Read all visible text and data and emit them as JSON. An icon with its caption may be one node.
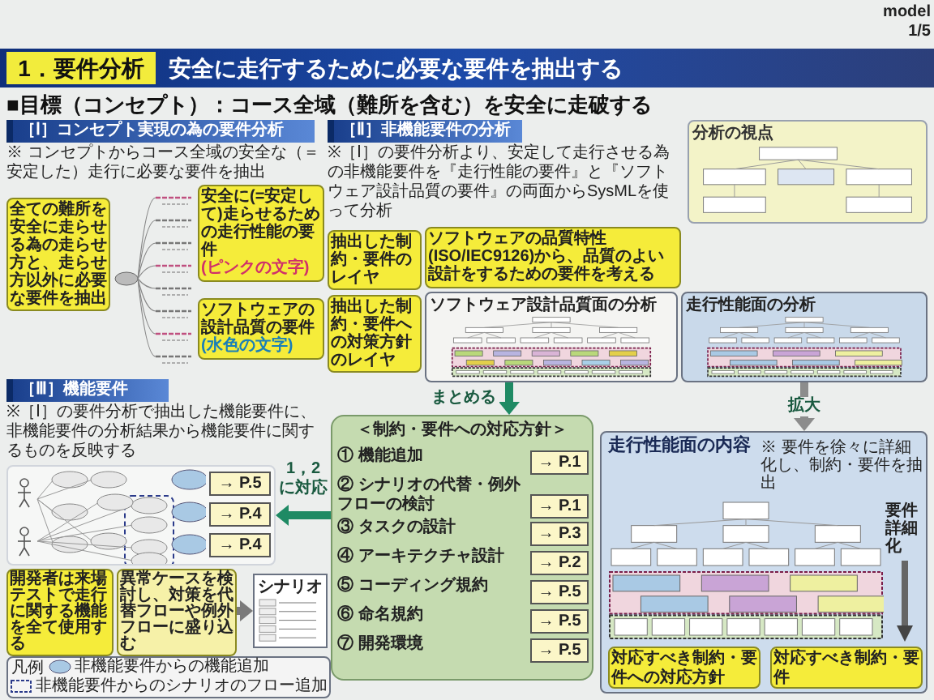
{
  "diagram": {
    "title": "1．要件分析",
    "nodes": [
      {
        "text": [
          "［Ⅰ］コンセプト実現の為の要件分析"
        ]
      },
      {
        "text": [
          "全ての難所を安全に走らせる為の走らせ方と、走らせ方以外に必要な要件を抽出"
        ]
      },
      {
        "text": [
          "安全に(=安定して)走らせるための走行性能の要件",
          "(ピンクの文字)"
        ]
      },
      {
        "text": [
          "ソフトウェアの設計品質の要件",
          "(水色の文字)"
        ]
      },
      {
        "text": [
          "［Ⅱ］非機能要件の分析"
        ]
      },
      {
        "text": [
          "分析の視点"
        ]
      },
      {
        "text": [
          "ソフトウェアの品質特性(ISO/IEC9126)から、品質のよい設計をするための要件を考える"
        ]
      },
      {
        "text": [
          "抽出した制約・要件のレイヤ"
        ]
      },
      {
        "text": [
          "抽出した制約・要件への対策方針のレイヤ"
        ]
      },
      {
        "text": [
          "ソフトウェア設計品質面の分析"
        ]
      },
      {
        "text": [
          "走行性能面の分析"
        ]
      },
      {
        "text": [
          "［Ⅲ］機能要件"
        ]
      },
      {
        "text": [],
        "shape": "picture"
      },
      {
        "text": [
          "→ P.5"
        ],
        "in": 12
      },
      {
        "text": [
          "→ P.4"
        ],
        "in": 12
      },
      {
        "text": [
          "→ P.4"
        ],
        "in": 12
      },
      {
        "text": [
          "開発者は来場テストで走行に関する機能を全て使用する"
        ]
      },
      {
        "text": [
          "異常ケースを検討し、対策を代替フローや例外フローに盛り込む"
        ]
      },
      {
        "text": [
          "シナリオ"
        ]
      },
      {
        "text": [
          "＜制約・要件への対応方針＞"
        ]
      },
      {
        "text": [
          "→ P.1"
        ],
        "in": 19
      },
      {
        "text": [
          "→ P.1"
        ],
        "in": 19
      },
      {
        "text": [
          "→ P.3"
        ],
        "in": 19
      },
      {
        "text": [
          "→ P.2"
        ],
        "in": 19
      },
      {
        "text": [
          "→ P.5"
        ],
        "in": 19
      },
      {
        "text": [
          "→ P.5"
        ],
        "in": 19
      },
      {
        "text": [
          "→ P.5"
        ],
        "in": 19
      },
      {
        "text": [
          "走行性能面の内容",
          "※ 要件を徐々に詳細化し、制約・要件を抽出"
        ]
      },
      {
        "text": [
          "対応すべき制約・要件への対応方針"
        ],
        "in": 27
      },
      {
        "text": [
          "対応すべき制約・要件"
        ],
        "in": 27
      }
    ],
    "edges": [
      {
        "from": 9,
        "to": 19,
        "arrow": "to",
        "label": "まとめる",
        "color": "#1f8a64"
      },
      {
        "from": 19,
        "to": 12,
        "arrow": "to",
        "label": "1，2に対応",
        "color": "#1f8a64"
      },
      {
        "from": 10,
        "to": 27,
        "arrow": "to",
        "label": "拡大",
        "color": "#8c8c8c"
      },
      {
        "from": 17,
        "to": 18,
        "arrow": "to",
        "color": "#7a7a7a"
      }
    ],
    "labels": [
      "安全に走行するために必要な要件を抽出する",
      "model 1/5",
      "■目標（コンセプト）：コース全域（難所を含む）を安全に走破する",
      "※ コンセプトからコース全域の安全な（＝安定した）走行に必要な要件を抽出",
      "※［Ⅰ］の要件分析より、安定して走行させる為の非機能要件を『走行性能の要件』と『ソフトウェア設計品質の要件』の両面からSysMLを使って分析",
      "※［Ⅰ］の要件分析で抽出した機能要件に、非機能要件の分析結果から機能要件に関するものを反映する",
      "① 機能追加",
      "② シナリオの代替・例外フローの検討",
      "③ タスクの設計",
      "④ アーキテクチャ設計",
      "⑤ コーディング規約",
      "⑥ 命名規約",
      "⑦ 開発環境",
      "要件詳細化",
      "凡例"
    ],
    "legend": [
      {
        "text": "非機能要件からの機能追加",
        "color": "#a9c9e4"
      },
      {
        "text": "非機能要件からのシナリオのフロー追加"
      }
    ]
  }
}
